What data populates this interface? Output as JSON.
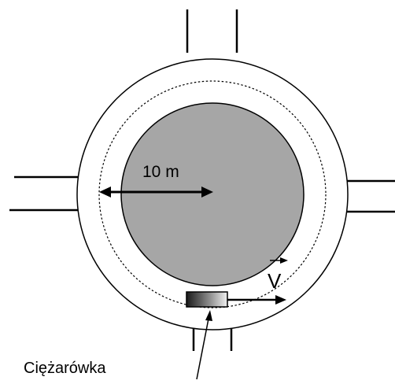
{
  "diagram": {
    "radius_label": "10 m",
    "velocity_label": "V",
    "vehicle_label": "Ciężarówka"
  },
  "colors": {
    "inner_island": "#a6a6a6",
    "road_outline": "#000000",
    "background": "#ffffff"
  }
}
